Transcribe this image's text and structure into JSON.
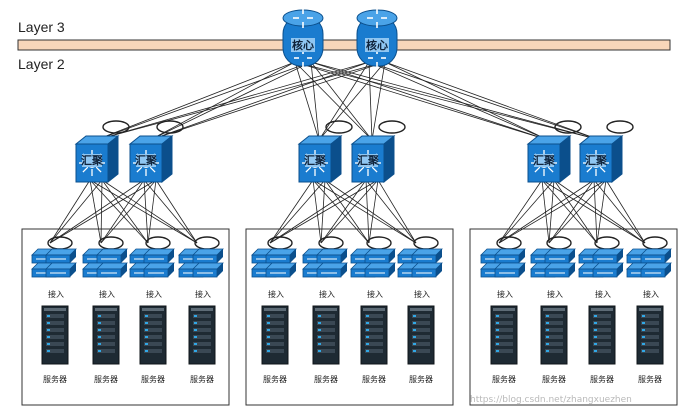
{
  "layers": {
    "layer3": "Layer 3",
    "layer2": "Layer 2"
  },
  "core": {
    "label": "核心",
    "count": 2
  },
  "aggregation": {
    "label": "汇聚",
    "pods": 3,
    "per_pod": 2
  },
  "access": {
    "label": "接入",
    "per_pod": 4
  },
  "server": {
    "label": "服务器",
    "per_pod": 4
  },
  "watermark": "https://blog.csdn.net/zhangxuezhen",
  "colors": {
    "device_blue": "#1a7ccf",
    "device_dark": "#0b4f8c",
    "layer3_band": "#f8d6ba",
    "layer3_band_border": "#333333",
    "link": "#222222",
    "pod_border": "#333333",
    "server_dark": "#1e2a33",
    "server_led": "#31a8e6"
  }
}
